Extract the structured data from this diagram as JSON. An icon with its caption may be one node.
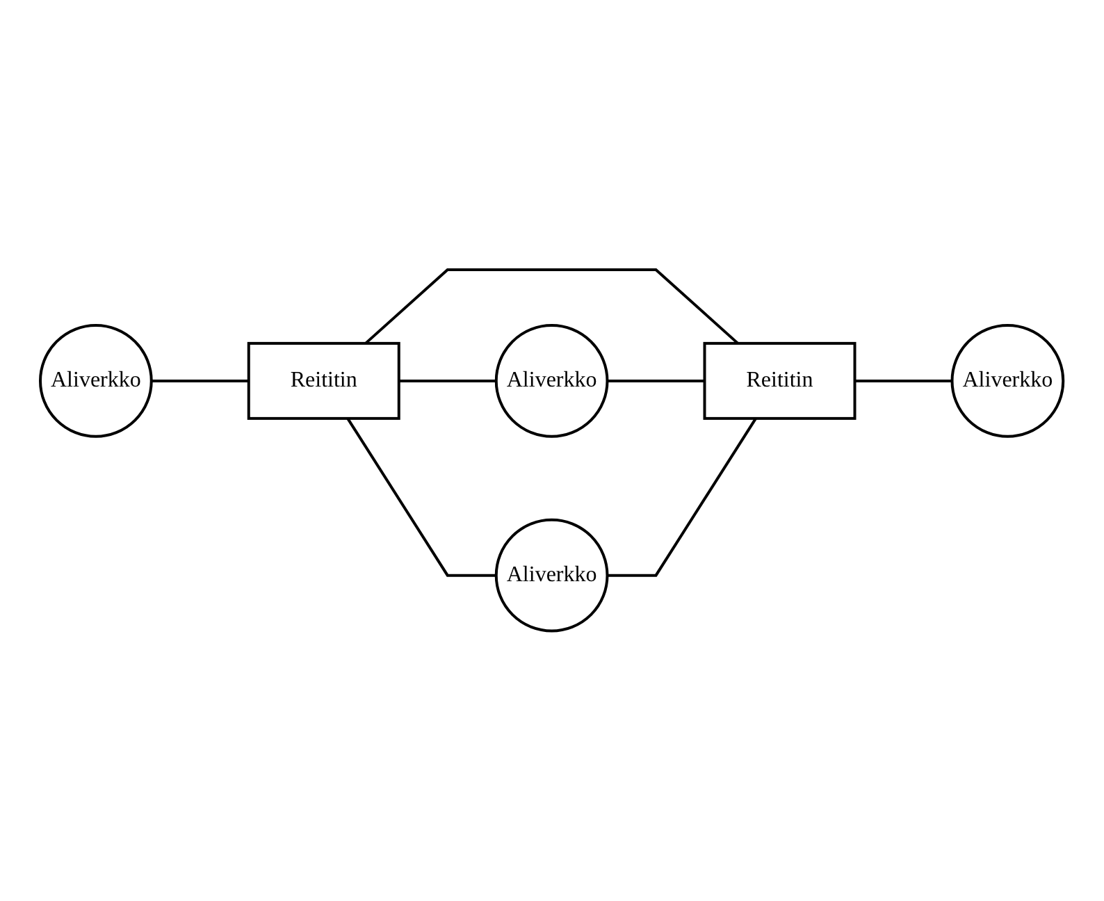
{
  "diagram": {
    "nodes": [
      {
        "text": [
          "Aliverkko"
        ]
      },
      {
        "text": [
          "Reititin"
        ]
      },
      {
        "text": [
          "Aliverkko"
        ]
      },
      {
        "text": [
          "Aliverkko"
        ]
      },
      {
        "text": [
          "Reititin"
        ]
      },
      {
        "text": [
          "Aliverkko"
        ]
      }
    ],
    "edges": [
      {
        "from": 0,
        "to": 1,
        "arrow": "none"
      },
      {
        "from": 1,
        "to": 2,
        "arrow": "none"
      },
      {
        "from": 1,
        "to": 4,
        "arrow": "none"
      },
      {
        "from": 1,
        "to": 3,
        "arrow": "none"
      },
      {
        "from": 2,
        "to": 4,
        "arrow": "none"
      },
      {
        "from": 3,
        "to": 4,
        "arrow": "none"
      },
      {
        "from": 4,
        "to": 5,
        "arrow": "none"
      }
    ]
  }
}
